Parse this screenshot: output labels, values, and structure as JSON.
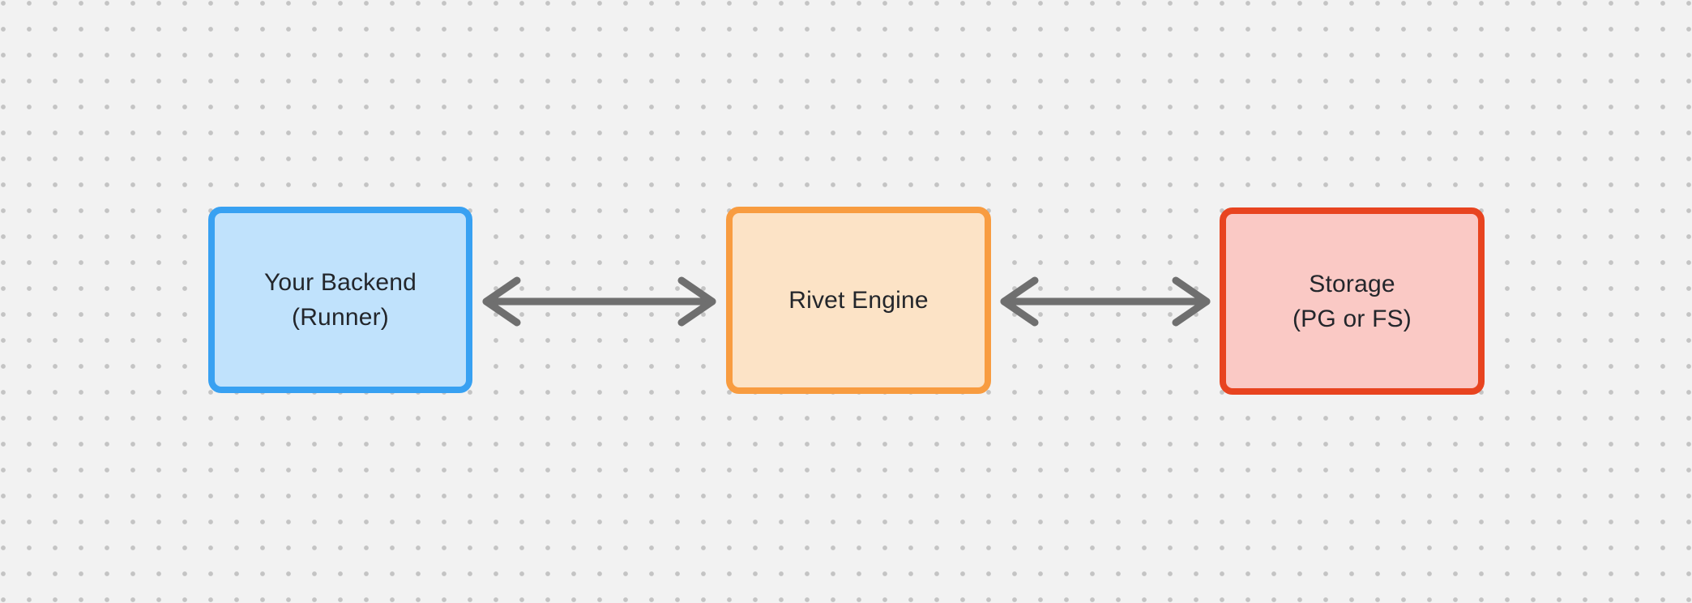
{
  "canvas": {
    "background_color": "#f2f2f2",
    "dot_grid_color": "#c4c4c4",
    "arrow_color": "#6f6f6f",
    "text_color": "#23262b"
  },
  "diagram": {
    "nodes": [
      {
        "id": "your-backend",
        "lines": [
          "Your Backend",
          "(Runner)"
        ],
        "fill": "#c0e2fc",
        "border": "#38a1f2"
      },
      {
        "id": "rivet-engine",
        "lines": [
          "Rivet Engine"
        ],
        "fill": "#fce3c6",
        "border": "#f89c40"
      },
      {
        "id": "storage",
        "lines": [
          "Storage",
          "(PG or FS)"
        ],
        "fill": "#fac9c5",
        "border": "#e84420"
      }
    ],
    "edges": [
      {
        "id": "backend-engine",
        "from": "your-backend",
        "to": "rivet-engine",
        "direction": "bidirectional"
      },
      {
        "id": "engine-storage",
        "from": "rivet-engine",
        "to": "storage",
        "direction": "bidirectional"
      }
    ]
  }
}
